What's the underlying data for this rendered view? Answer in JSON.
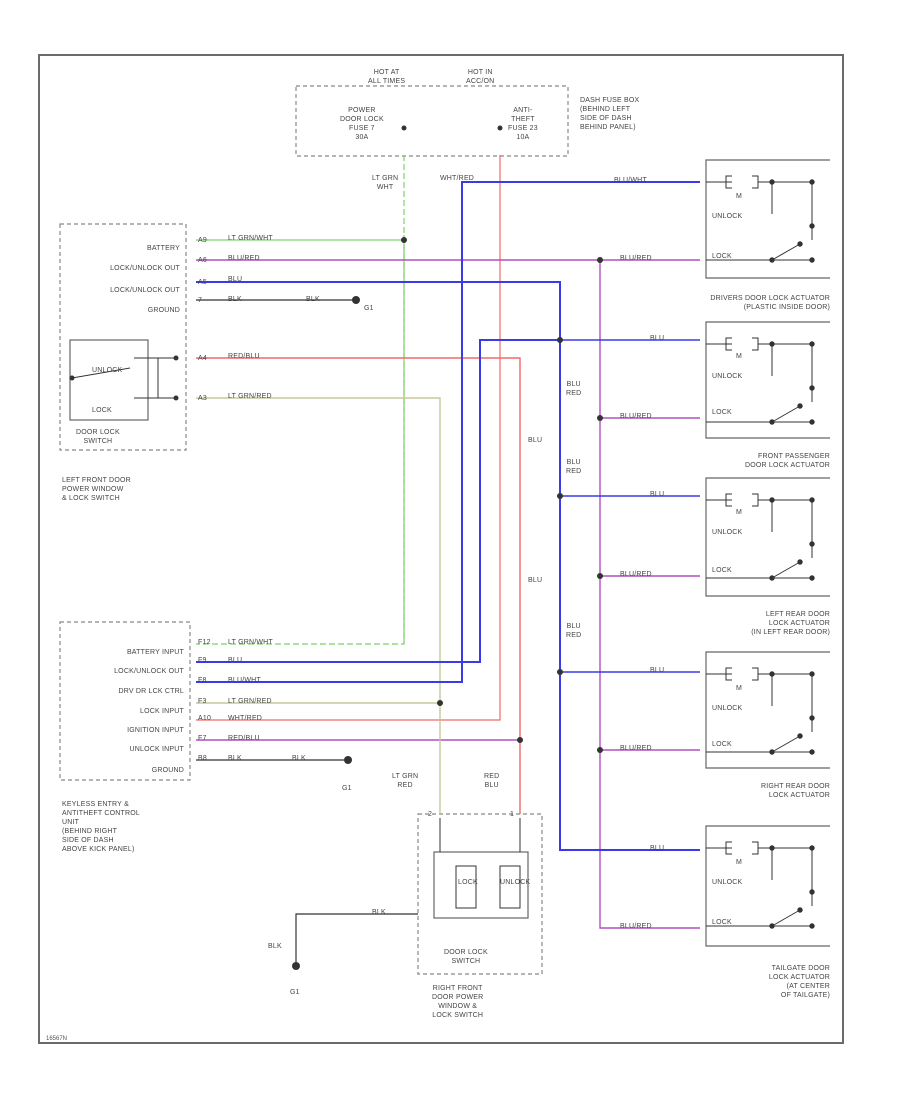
{
  "diagram_id": "16567N",
  "fuse_box": {
    "hot_at_all_times": "HOT AT\nALL TIMES",
    "hot_in_acc_on": "HOT IN\nACC/ON",
    "power_door_lock_fuse": "POWER\nDOOR LOCK\nFUSE 7\n30A",
    "anti_theft_fuse": "ANTI-\nTHEFT\nFUSE 23\n10A",
    "location": "DASH FUSE BOX\n(BEHIND LEFT\nSIDE OF DASH\nBEHIND PANEL)"
  },
  "left_switch": {
    "pins": [
      "BATTERY",
      "LOCK/UNLOCK OUT",
      "LOCK/UNLOCK OUT",
      "GROUND"
    ],
    "pin_numbers": [
      "A9",
      "A6",
      "A5",
      "7"
    ],
    "switch_unlock": "UNLOCK",
    "switch_lock": "LOCK",
    "title": "DOOR LOCK\nSWITCH",
    "caption": "LEFT FRONT DOOR\nPOWER WINDOW\n& LOCK SWITCH",
    "switch_pins": [
      "A4",
      "A3"
    ]
  },
  "control_unit": {
    "pins": [
      "BATTERY INPUT",
      "LOCK/UNLOCK OUT",
      "DRV DR LCK CTRL",
      "LOCK INPUT",
      "IGNITION INPUT",
      "UNLOCK INPUT",
      "GROUND"
    ],
    "pin_numbers": [
      "F12",
      "F9",
      "F8",
      "F3",
      "A10",
      "F7",
      "B8"
    ],
    "caption": "KEYLESS ENTRY &\nANTITHEFT CONTROL\nUNIT\n(BEHIND RIGHT\nSIDE OF DASH\nABOVE KICK PANEL)"
  },
  "wires": {
    "lt_grn_wht": "LT GRN/WHT",
    "blu_red": "BLU/RED",
    "blu": "BLU",
    "blu_wht": "BLU/WHT",
    "red_blu": "RED/BLU",
    "lt_grn_red": "LT GRN/RED",
    "wht_red": "WHT/RED",
    "blk": "BLK",
    "g1": "G1",
    "lt_grn_wht_v": "LT GRN\nWHT",
    "wht_red_top": "WHT/RED",
    "blu_red_v": "BLU\nRED",
    "lt_grn_red_v": "LT GRN\nRED",
    "red_blu_v": "RED\nBLU",
    "g1_ground": "G1"
  },
  "right_switch": {
    "pins": [
      "2",
      "1"
    ],
    "lock": "LOCK",
    "unlock": "UNLOCK",
    "title": "DOOR LOCK\nSWITCH",
    "caption": "RIGHT FRONT\nDOOR POWER\nWINDOW &\nLOCK SWITCH"
  },
  "actuators": [
    {
      "m": "M",
      "unlock": "UNLOCK",
      "lock": "LOCK",
      "caption": "DRIVERS DOOR LOCK ACTUATOR\n(PLASTIC INSIDE DOOR)"
    },
    {
      "m": "M",
      "unlock": "UNLOCK",
      "lock": "LOCK",
      "caption": "FRONT PASSENGER\nDOOR LOCK ACTUATOR"
    },
    {
      "m": "M",
      "unlock": "UNLOCK",
      "lock": "LOCK",
      "caption": "LEFT REAR DOOR\nLOCK ACTUATOR\n(IN LEFT REAR DOOR)"
    },
    {
      "m": "M",
      "unlock": "UNLOCK",
      "lock": "LOCK",
      "caption": "RIGHT REAR DOOR\nLOCK ACTUATOR"
    },
    {
      "m": "M",
      "unlock": "UNLOCK",
      "lock": "LOCK",
      "caption": "TAILGATE DOOR\nLOCK ACTUATOR\n(AT CENTER\nOF TAILGATE)"
    }
  ],
  "colors": {
    "green": "#7ed26a",
    "red": "#f06a6a",
    "blue": "#3a3ae8",
    "purple": "#b050c0",
    "khaki": "#c8c89a",
    "black": "#333333"
  }
}
